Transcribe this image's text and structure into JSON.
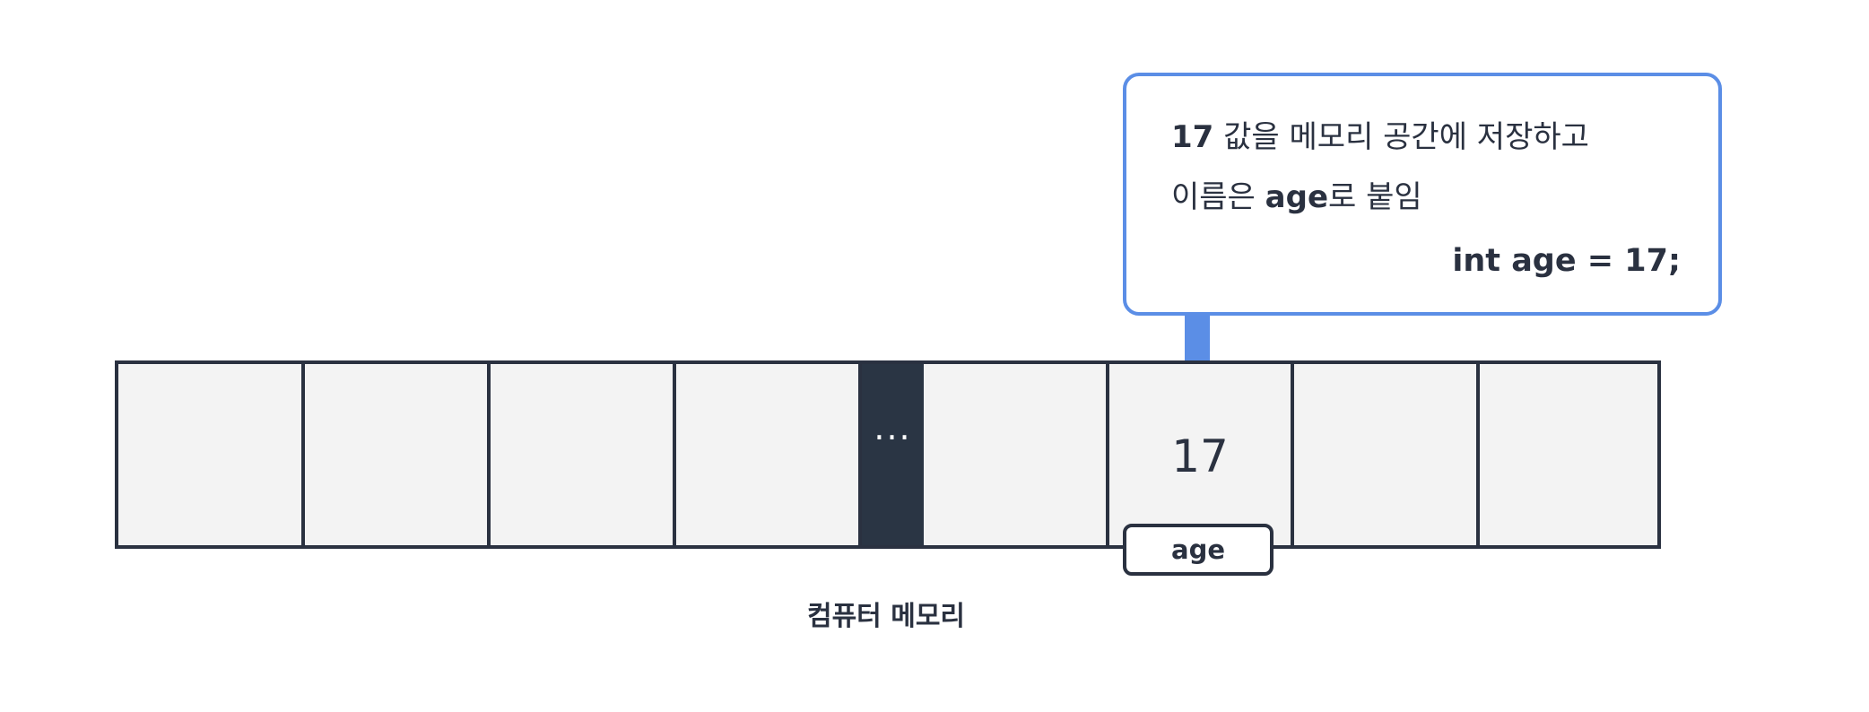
{
  "callout": {
    "line1_bold": "17",
    "line1_rest": " 값을 메모리 공간에 저장하고",
    "line2_start": "이름은 ",
    "line2_bold": "age",
    "line2_end": "로 붙임",
    "code": "int age = 17;"
  },
  "memory": {
    "ellipsis": "···",
    "stored_value": "17",
    "variable_tag": "age",
    "caption": "컴퓨터 메모리"
  },
  "colors": {
    "accent": "#5b8ee6",
    "dark": "#2a3544",
    "cell_fill": "#f3f3f3"
  }
}
